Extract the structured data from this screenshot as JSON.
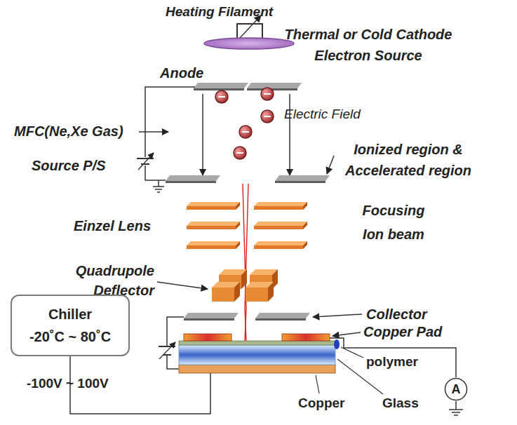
{
  "diagram": {
    "nodes": [
      {
        "text": [
          "Chiller",
          "-20˚C ~ 80˚C"
        ]
      },
      {
        "text": [
          "A"
        ]
      }
    ],
    "labels": [
      "Heating Filament",
      "Thermal or Cold Cathode Electron Source",
      "Anode",
      "Electric Field",
      "MFC(Ne,Xe Gas)",
      "Source P/S",
      "Ionized region & Accelerated region",
      "Einzel Lens",
      "Focusing Ion beam",
      "Quadrupole Deflector",
      "Collector",
      "Copper Pad",
      "polymer",
      "-100V ~ 100V",
      "Copper",
      "Glass"
    ]
  }
}
